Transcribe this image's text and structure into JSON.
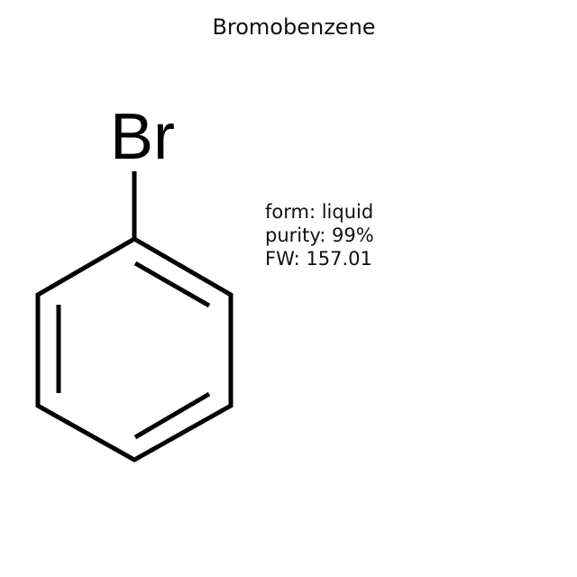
{
  "title": "Bromobenzene",
  "structure": {
    "substituent_label": "Br",
    "ring": "benzene",
    "bond_color": "#000000"
  },
  "properties": [
    {
      "label": "form",
      "value": "liquid",
      "text": "form: liquid"
    },
    {
      "label": "purity",
      "value": "99%",
      "text": "purity: 99%"
    },
    {
      "label": "FW",
      "value": "157.01",
      "text": "FW: 157.01"
    }
  ]
}
